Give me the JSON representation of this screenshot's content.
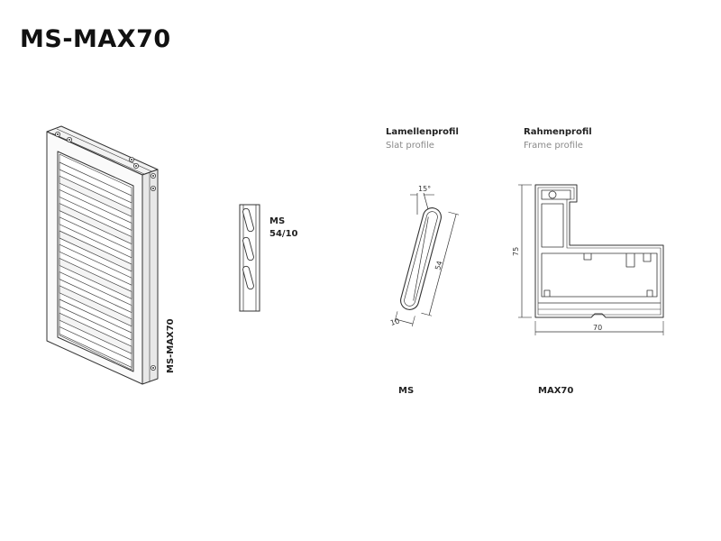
{
  "title": "MS-MAX70",
  "shutter": {
    "side_label": "MS-MAX70"
  },
  "slat_small": {
    "label_line1": "MS",
    "label_line2": "54/10"
  },
  "slat_profile": {
    "heading": "Lamellenprofil",
    "heading_en": "Slat profile",
    "angle": "15°",
    "length": "54",
    "width": "10",
    "caption": "MS"
  },
  "frame_profile": {
    "heading": "Rahmenprofil",
    "heading_en": "Frame profile",
    "height": "75",
    "width": "70",
    "caption": "MAX70"
  }
}
